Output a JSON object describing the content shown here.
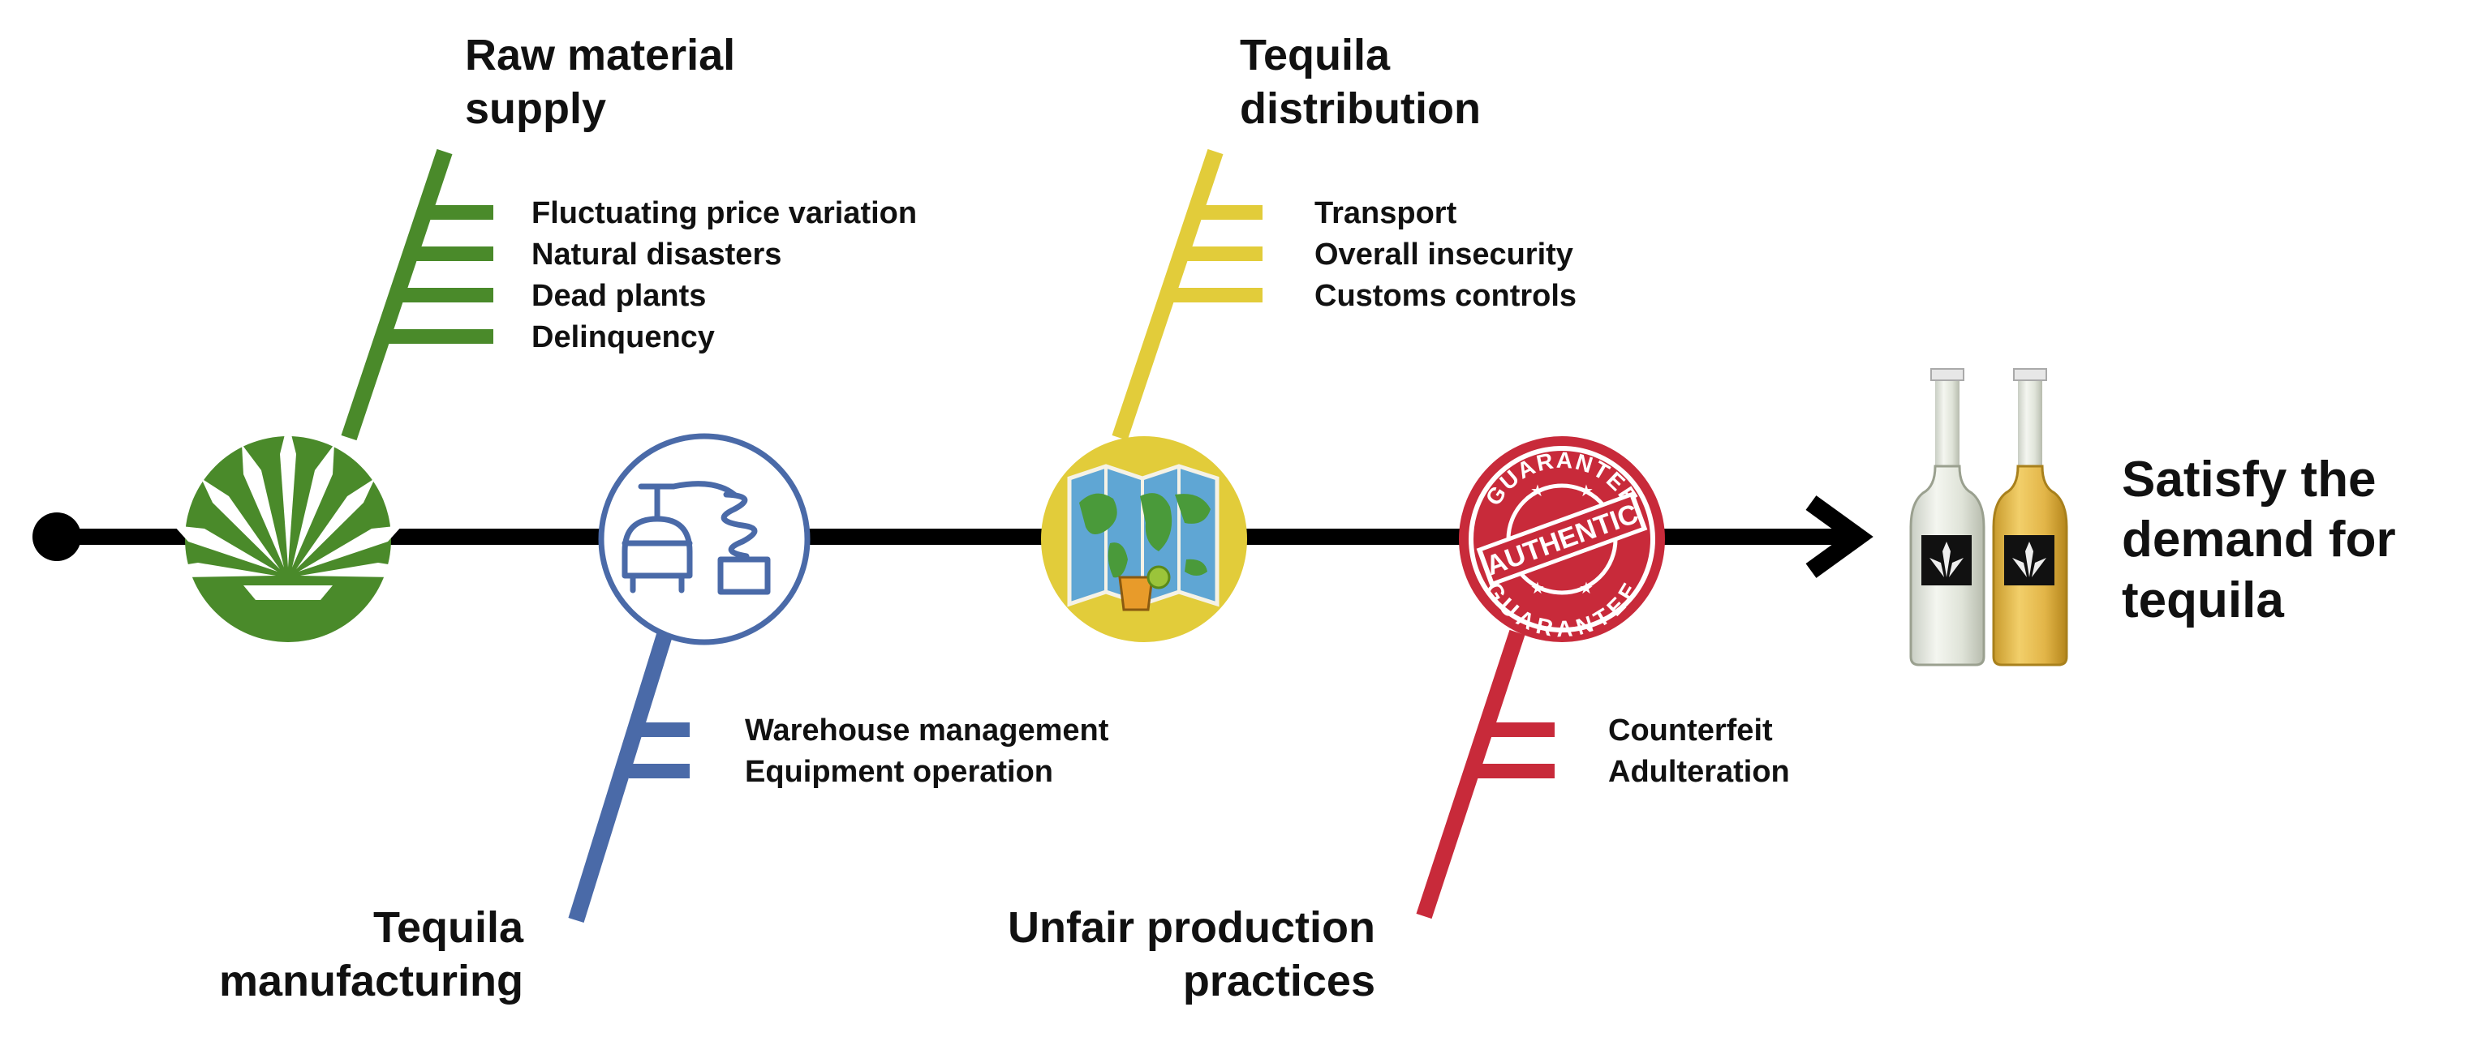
{
  "categories": [
    {
      "id": "raw-material",
      "title_lines": [
        "Raw material",
        "supply"
      ],
      "causes": [
        "Fluctuating price variation",
        "Natural disasters",
        "Dead plants",
        "Delinquency"
      ],
      "color": "#4a8a2a",
      "icon": "agave-plant-icon"
    },
    {
      "id": "manufacturing",
      "title_lines": [
        "Tequila",
        "manufacturing"
      ],
      "causes": [
        "Warehouse management",
        "Equipment operation"
      ],
      "color": "#4a6aa8",
      "icon": "distillery-icon"
    },
    {
      "id": "distribution",
      "title_lines": [
        "Tequila",
        "distribution"
      ],
      "causes": [
        "Transport",
        "Overall insecurity",
        "Customs controls"
      ],
      "color": "#e2cc3a",
      "icon": "world-map-icon"
    },
    {
      "id": "unfair-practices",
      "title_lines": [
        "Unfair production",
        "practices"
      ],
      "causes": [
        "Counterfeit",
        "Adulteration"
      ],
      "color": "#c82a3a",
      "icon": "authentic-guarantee-seal-icon"
    }
  ],
  "seal": {
    "top_text": "GUARANTEE",
    "center_text": "AUTHENTIC",
    "bottom_text": "GUARANTEE"
  },
  "outcome": {
    "lines": [
      "Satisfy the",
      "demand for",
      "tequila"
    ],
    "icon": "tequila-bottles-icon"
  },
  "colors": {
    "spine": "#000000"
  }
}
